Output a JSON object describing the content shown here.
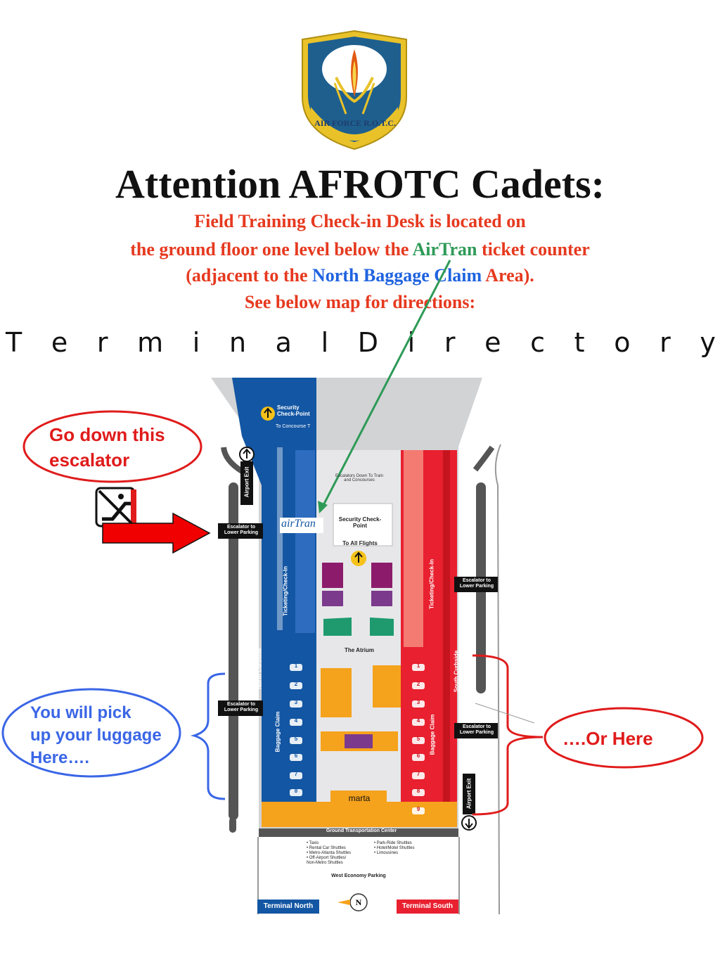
{
  "logo": {
    "name": "air-force-rotc-emblem",
    "text": "AIR FORCE R.O.T.C."
  },
  "title": "Attention AFROTC Cadets:",
  "subtitle": {
    "line1": "Field Training Check-in Desk is located on",
    "line2_a": "the ground floor one level below the ",
    "line2_airline": "AirTran",
    "line2_b": " ticket counter",
    "line3_a": "(adjacent to the ",
    "line3_area": "North Baggage Claim",
    "line3_b": " Area).",
    "line4": "See below map for directions:"
  },
  "directory_heading": "Terminal Directory",
  "callouts": {
    "escalator": {
      "line1": "Go down this",
      "line2": "escalator"
    },
    "pickup": {
      "line1": "You will pick",
      "line2": "up your luggage",
      "line3": "Here…."
    },
    "or_here": "….Or Here"
  },
  "map": {
    "security_top": "Security Check-Point",
    "to_concourse": "To Concourse T",
    "airport_exit": "Airport Exit",
    "escalator_lower_parking": "Escalator to Lower Parking",
    "airtran_logo": "airTran",
    "security_center": "Security Check-Point",
    "to_all_flights": "To All Flights",
    "stairs_note": "Escalators Down To Train and Concourses",
    "ticketing_checkin": "Ticketing/Check-In",
    "atrium": "The Atrium",
    "north_curbside": "North Curbside",
    "south_curbside": "South Curbside",
    "baggage_claim": "Baggage Claim",
    "marta": "marta",
    "ground_transport": "Ground Transportation Center",
    "services_left": [
      "• Taxis",
      "• Rental Car Shuttles",
      "• Metro-Atlanta Shuttles",
      "• Off-Airport Shuttles/",
      "  Non-Metro Shuttles"
    ],
    "services_right": [
      "• Park-Ride Shuttles",
      "• Hotel/Motel Shuttles",
      "• Limousines"
    ],
    "west_economy": "West Economy Parking",
    "terminal_north": "Terminal North",
    "terminal_south": "Terminal South",
    "compass": "N",
    "claim_numbers_north": [
      "1",
      "2",
      "3",
      "4",
      "5",
      "6",
      "7",
      "8"
    ],
    "claim_numbers_south": [
      "1",
      "2",
      "3",
      "4",
      "5",
      "6",
      "7",
      "8",
      "9"
    ]
  },
  "colors": {
    "title_red": "#e6391f",
    "airtran_green": "#2e9a57",
    "highlight_blue": "#1f63e0",
    "north_blue": "#1356a3",
    "south_red": "#e8202f",
    "callout_red": "#e01b1b",
    "callout_blue": "#3a66e6",
    "arrow_red": "#f00000",
    "marta_orange": "#f5a21c",
    "purple": "#8c1c6b",
    "teal": "#1f9a6f"
  }
}
